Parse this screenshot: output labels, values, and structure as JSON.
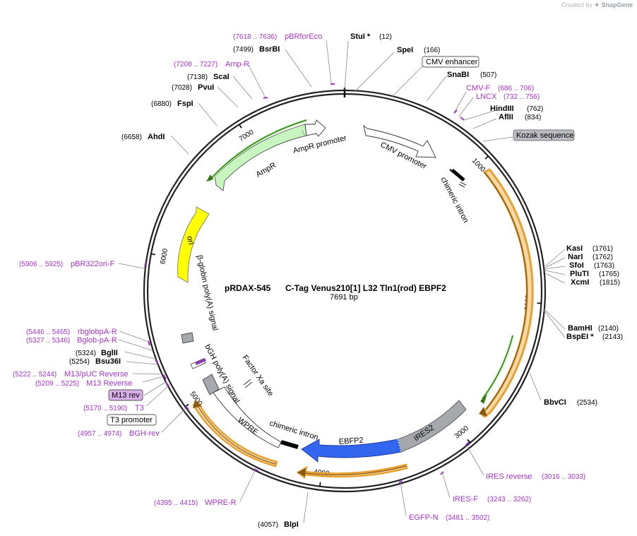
{
  "credit": {
    "prefix": "Created by",
    "brand": "SnapGene"
  },
  "plasmid": {
    "name": "pRDAX-545",
    "description": "C-Tag Venus210[1] L32 Tln1(rod) EBPF2",
    "length_label": "7691 bp",
    "length": 7691
  },
  "ticks": [
    "1000",
    "2000",
    "3000",
    "4000",
    "5000",
    "6000",
    "7000"
  ],
  "sites": [
    {
      "name": "StuI *",
      "pos": "(12)"
    },
    {
      "name": "SpeI",
      "pos": "(166)"
    },
    {
      "name": "SnaBI",
      "pos": "(507)"
    },
    {
      "name": "HindIII",
      "pos": "(762)"
    },
    {
      "name": "AflII",
      "pos": "(834)"
    },
    {
      "name": "KasI",
      "pos": "(1761)"
    },
    {
      "name": "NarI",
      "pos": "(1762)"
    },
    {
      "name": "SfoI",
      "pos": "(1763)"
    },
    {
      "name": "PluTI",
      "pos": "(1765)"
    },
    {
      "name": "XcmI",
      "pos": "(1815)"
    },
    {
      "name": "BamHI",
      "pos": "(2140)"
    },
    {
      "name": "BspEI *",
      "pos": "(2143)"
    },
    {
      "name": "BbvCI",
      "pos": "(2534)"
    },
    {
      "name": "BlpI",
      "pos": "(4057)"
    },
    {
      "name": "BglII",
      "pos": "(5324)"
    },
    {
      "name": "Bsu36I",
      "pos": "(5254)"
    },
    {
      "name": "AhdI",
      "pos": "(6658)"
    },
    {
      "name": "FspI",
      "pos": "(6880)"
    },
    {
      "name": "PvuI",
      "pos": "(7028)"
    },
    {
      "name": "ScaI",
      "pos": "(7138)"
    },
    {
      "name": "BsrBI",
      "pos": "(7499)"
    }
  ],
  "primers": [
    {
      "name": "pBRforEco",
      "pos": "(7618 .. 7636)"
    },
    {
      "name": "Amp-R",
      "pos": "(7208 .. 7227)"
    },
    {
      "name": "CMV-F",
      "pos": "(686 .. 706)"
    },
    {
      "name": "LNCX",
      "pos": "(732 .. 756)"
    },
    {
      "name": "IRES reverse",
      "pos": "(3016 .. 3033)"
    },
    {
      "name": "IRES-F",
      "pos": "(3243 .. 3262)"
    },
    {
      "name": "EGFP-N",
      "pos": "(3481 .. 3502)"
    },
    {
      "name": "WPRE-R",
      "pos": "(4395 .. 4415)"
    },
    {
      "name": "BGH-rev",
      "pos": "(4957 .. 4974)"
    },
    {
      "name": "T3",
      "pos": "(5170 .. 5190)"
    },
    {
      "name": "M13 Reverse",
      "pos": "(5209 .. 5225)"
    },
    {
      "name": "M13/pUC Reverse",
      "pos": "(5222 .. 5244)"
    },
    {
      "name": "Bglob-pA-R",
      "pos": "(5327 .. 5346)"
    },
    {
      "name": "rbglobpA-R",
      "pos": "(5446 .. 5465)"
    },
    {
      "name": "pBR322ori-F",
      "pos": "(5906 .. 5925)"
    }
  ],
  "boxed_labels": {
    "cmv_enhancer": "CMV enhancer",
    "kozak": "Kozak sequence",
    "m13_rev": "M13 rev",
    "t3_promoter": "T3 promoter"
  },
  "features": {
    "cmv_promoter": "CMV promoter",
    "chimeric_intron_1": "chimeric intron",
    "ampr_promoter": "AmpR promoter",
    "ampr": "AmpR",
    "ori": "ori",
    "beta_globin": "β-globin poly(A) signal",
    "bgh_polya": "bGH poly(A) signal",
    "factor_xa": "Factor Xa site",
    "wpre": "WPRE",
    "chimeric_intron_2": "chimeric intron",
    "ebfp2": "EBFP2",
    "ires2": "IRES2"
  },
  "colors": {
    "backbone": "#222222",
    "primer": "#a335c5",
    "orange_feature": "#e8a030",
    "ampr": "#c8f5c0",
    "ori": "#ffff00",
    "ebfp2": "#3366ee",
    "ires2": "#a5a9ad",
    "white_feature": "#ffffff",
    "green_outline": "#3c9a18",
    "kozak_box": "#b9bdc1",
    "m13_box": "#d9b0ea"
  }
}
